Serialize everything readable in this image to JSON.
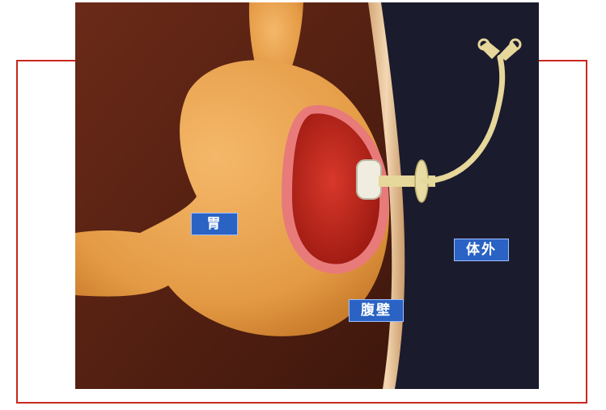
{
  "labels": {
    "stomach": "胃",
    "abdominal_wall": "腹壁",
    "outside_body": "体外"
  },
  "colors": {
    "frame_border": "#c8281e",
    "label_bg": "#2a63c4",
    "label_text": "#ffffff",
    "background_left": "#5a2414",
    "background_right": "#1b1b2e",
    "stomach": "#e9a24e",
    "stomach_inner": "#c0281e",
    "abdominal_wall": "#e8c8a0",
    "tube": "#e6d79a"
  },
  "icons": [
    "stomach-illustration",
    "gastrostomy-tube",
    "tube-connector"
  ]
}
